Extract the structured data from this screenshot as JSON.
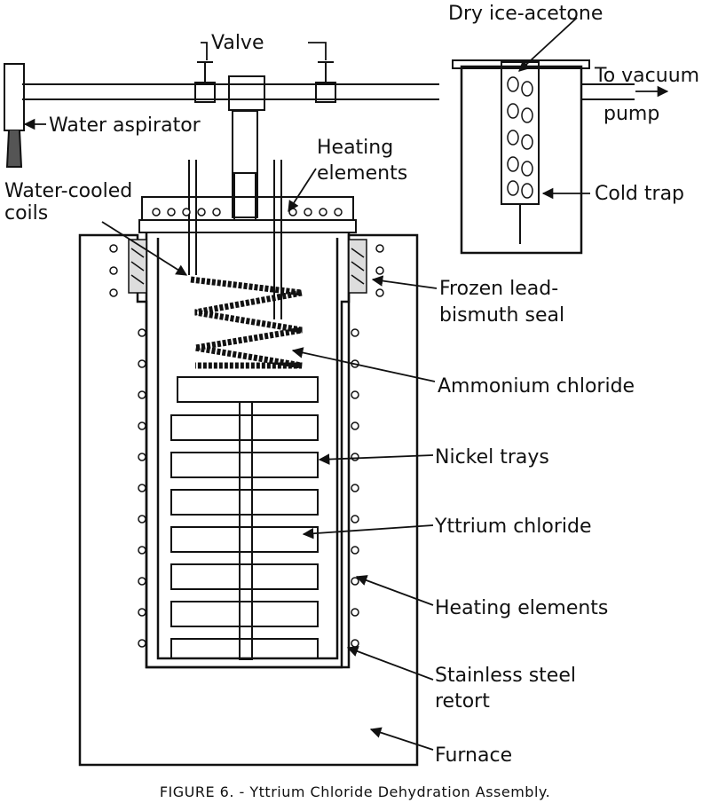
{
  "labels": {
    "dry_ice_acetone": "Dry ice-acetone",
    "valve": "Valve",
    "to_vacuum": "To vacuum",
    "pump": "pump",
    "water_aspirator": "Water aspirator",
    "heating_elements_top_1": "Heating",
    "heating_elements_top_2": "elements",
    "water_cooled_1": "Water-cooled",
    "water_cooled_2": "coils",
    "cold_trap": "Cold trap",
    "frozen_seal_1": "Frozen lead-",
    "frozen_seal_2": "bismuth seal",
    "ammonium_chloride": "Ammonium chloride",
    "nickel_trays": "Nickel trays",
    "yttrium_chloride": "Yttrium chloride",
    "heating_elements_side": "Heating elements",
    "stainless_1": "Stainless steel",
    "stainless_2": "retort",
    "furnace": "Furnace"
  },
  "caption": "FIGURE 6. - Yttrium Chloride Dehydration Assembly."
}
